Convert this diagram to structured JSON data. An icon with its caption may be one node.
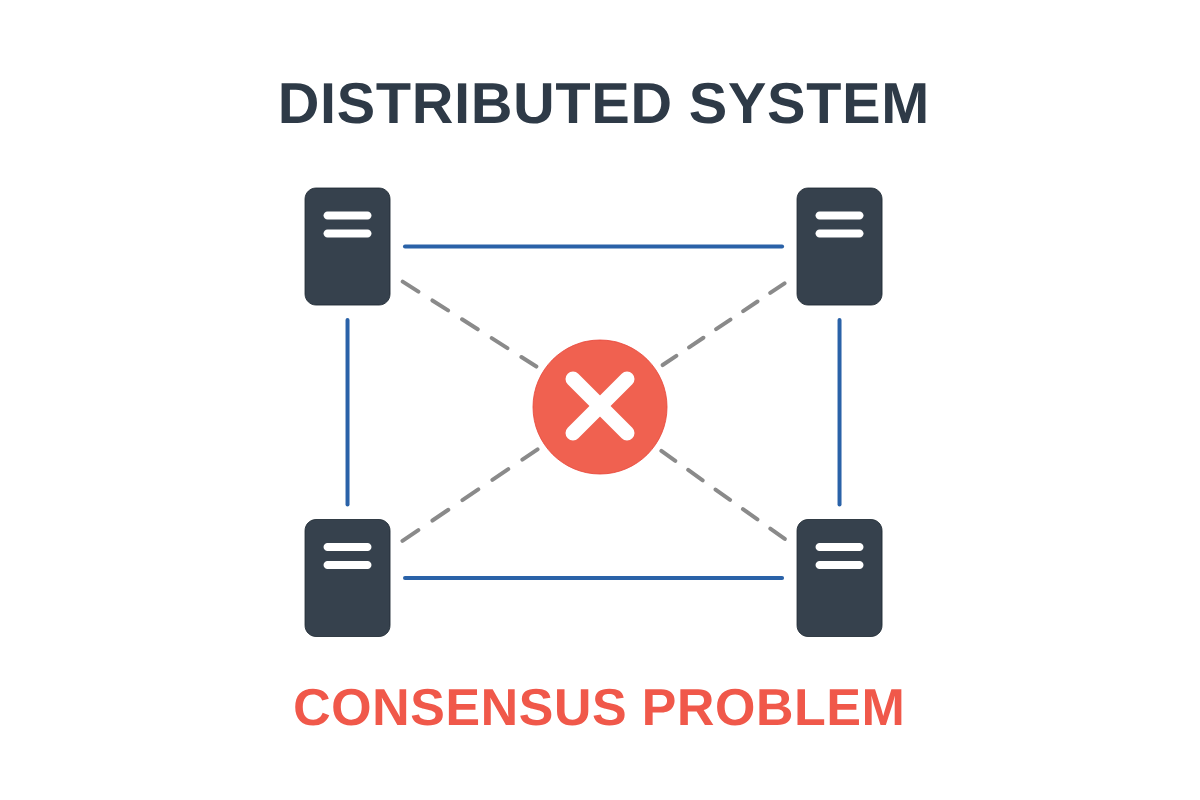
{
  "diagram": {
    "title": "DISTRIBUTED SYSTEM",
    "caption": "CONSENSUS PROBLEM",
    "nodes": [
      {
        "text": [],
        "shape": "server"
      },
      {
        "text": [],
        "shape": "server"
      },
      {
        "text": [],
        "shape": "circle"
      },
      {
        "text": [],
        "shape": "server"
      },
      {
        "text": [],
        "shape": "server"
      }
    ],
    "edges": [
      {
        "from": 0,
        "to": 1,
        "arrow": "none"
      },
      {
        "from": 0,
        "to": 2,
        "arrow": "none",
        "style": "dashed",
        "color": "#8a8a8a"
      },
      {
        "from": 1,
        "to": 2,
        "arrow": "none",
        "style": "dashed",
        "color": "#8a8a8a"
      },
      {
        "from": 0,
        "to": 3,
        "arrow": "none"
      },
      {
        "from": 1,
        "to": 4,
        "arrow": "none"
      },
      {
        "from": 3,
        "to": 2,
        "arrow": "none",
        "style": "dashed",
        "color": "#8a8a8a"
      },
      {
        "from": 4,
        "to": 2,
        "arrow": "none",
        "style": "dashed",
        "color": "#8a8a8a"
      },
      {
        "from": 3,
        "to": 4,
        "arrow": "none"
      }
    ]
  }
}
